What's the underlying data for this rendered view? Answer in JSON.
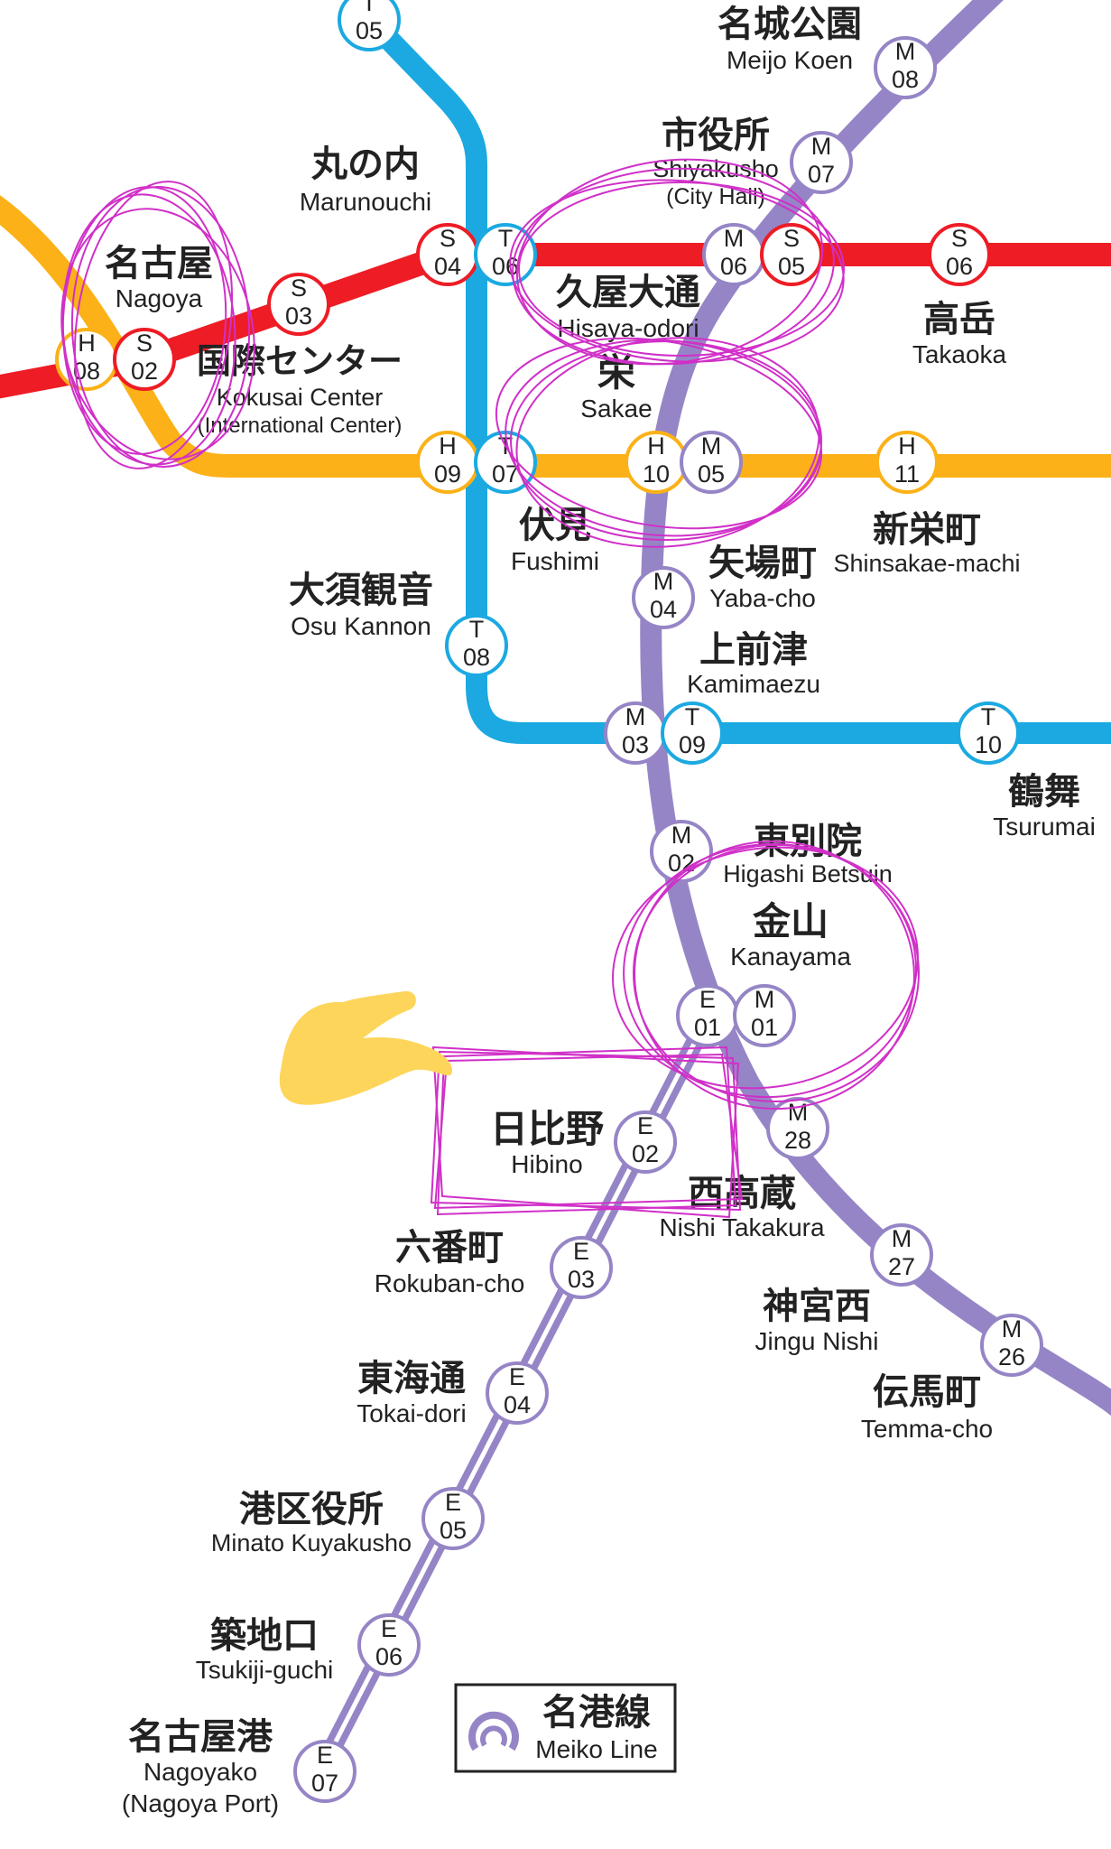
{
  "lines": {
    "sakuradori": {
      "color": "#ee1c25"
    },
    "higashiyama": {
      "color": "#fbb117"
    },
    "tsurumai": {
      "color": "#1ca9e1"
    },
    "meijo": {
      "color": "#9685c6"
    },
    "meiko": {
      "color": "#9685c6"
    }
  },
  "stations": [
    {
      "id": "maruno",
      "ja": "丸の内",
      "en": "Marunouchi"
    },
    {
      "id": "nagoya",
      "ja": "名古屋",
      "en": "Nagoya"
    },
    {
      "id": "kokusai",
      "ja": "国際センター",
      "en": "Kokusai Center",
      "en2": "(International Center)"
    },
    {
      "id": "meijo",
      "ja": "名城公園",
      "en": "Meijo Koen"
    },
    {
      "id": "shiyakusho",
      "ja": "市役所",
      "en": "Shiyakusho",
      "en2": "(City Hall)"
    },
    {
      "id": "hisaya",
      "ja": "久屋大通",
      "en": "Hisaya-odori"
    },
    {
      "id": "takaoka",
      "ja": "高岳",
      "en": "Takaoka"
    },
    {
      "id": "sakae",
      "ja": "栄",
      "en": "Sakae"
    },
    {
      "id": "fushimi",
      "ja": "伏見",
      "en": "Fushimi"
    },
    {
      "id": "shinsakae",
      "ja": "新栄町",
      "en": "Shinsakae-machi"
    },
    {
      "id": "yaba",
      "ja": "矢場町",
      "en": "Yaba-cho"
    },
    {
      "id": "osu",
      "ja": "大須観音",
      "en": "Osu Kannon"
    },
    {
      "id": "kamimaezu",
      "ja": "上前津",
      "en": "Kamimaezu"
    },
    {
      "id": "tsurumai",
      "ja": "鶴舞",
      "en": "Tsurumai"
    },
    {
      "id": "higashibetsuin",
      "ja": "東別院",
      "en": "Higashi Betsuin"
    },
    {
      "id": "kanayama",
      "ja": "金山",
      "en": "Kanayama"
    },
    {
      "id": "hibino",
      "ja": "日比野",
      "en": "Hibino"
    },
    {
      "id": "nishitakakura",
      "ja": "西高蔵",
      "en": "Nishi Takakura"
    },
    {
      "id": "rokuban",
      "ja": "六番町",
      "en": "Rokuban-cho"
    },
    {
      "id": "jingu",
      "ja": "神宮西",
      "en": "Jingu Nishi"
    },
    {
      "id": "tokai",
      "ja": "東海通",
      "en": "Tokai-dori"
    },
    {
      "id": "temma",
      "ja": "伝馬町",
      "en": "Temma-cho"
    },
    {
      "id": "minato",
      "ja": "港区役所",
      "en": "Minato Kuyakusho"
    },
    {
      "id": "tsukiji",
      "ja": "築地口",
      "en": "Tsukiji-guchi"
    },
    {
      "id": "nagoyako",
      "ja": "名古屋港",
      "en": "Nagoyako",
      "en2": "(Nagoya Port)"
    }
  ],
  "station_codes": [
    {
      "l": "T",
      "n": "05",
      "color": "#1ca9e1"
    },
    {
      "l": "M",
      "n": "08",
      "color": "#9685c6"
    },
    {
      "l": "M",
      "n": "07",
      "color": "#9685c6"
    },
    {
      "l": "S",
      "n": "04",
      "color": "#ee1c25"
    },
    {
      "l": "T",
      "n": "06",
      "color": "#1ca9e1"
    },
    {
      "l": "M",
      "n": "06",
      "color": "#9685c6"
    },
    {
      "l": "S",
      "n": "05",
      "color": "#ee1c25"
    },
    {
      "l": "S",
      "n": "06",
      "color": "#ee1c25"
    },
    {
      "l": "S",
      "n": "03",
      "color": "#ee1c25"
    },
    {
      "l": "H",
      "n": "08",
      "color": "#fbb117"
    },
    {
      "l": "S",
      "n": "02",
      "color": "#ee1c25"
    },
    {
      "l": "H",
      "n": "09",
      "color": "#fbb117"
    },
    {
      "l": "T",
      "n": "07",
      "color": "#1ca9e1"
    },
    {
      "l": "H",
      "n": "10",
      "color": "#fbb117"
    },
    {
      "l": "M",
      "n": "05",
      "color": "#9685c6"
    },
    {
      "l": "H",
      "n": "11",
      "color": "#fbb117"
    },
    {
      "l": "M",
      "n": "04",
      "color": "#9685c6"
    },
    {
      "l": "T",
      "n": "08",
      "color": "#1ca9e1"
    },
    {
      "l": "M",
      "n": "03",
      "color": "#9685c6"
    },
    {
      "l": "T",
      "n": "09",
      "color": "#1ca9e1"
    },
    {
      "l": "T",
      "n": "10",
      "color": "#1ca9e1"
    },
    {
      "l": "M",
      "n": "02",
      "color": "#9685c6"
    },
    {
      "l": "E",
      "n": "01",
      "color": "#9685c6"
    },
    {
      "l": "M",
      "n": "01",
      "color": "#9685c6"
    },
    {
      "l": "E",
      "n": "02",
      "color": "#9685c6"
    },
    {
      "l": "M",
      "n": "28",
      "color": "#9685c6"
    },
    {
      "l": "E",
      "n": "03",
      "color": "#9685c6"
    },
    {
      "l": "M",
      "n": "27",
      "color": "#9685c6"
    },
    {
      "l": "E",
      "n": "04",
      "color": "#9685c6"
    },
    {
      "l": "M",
      "n": "26",
      "color": "#9685c6"
    },
    {
      "l": "E",
      "n": "05",
      "color": "#9685c6"
    },
    {
      "l": "E",
      "n": "06",
      "color": "#9685c6"
    },
    {
      "l": "E",
      "n": "07",
      "color": "#9685c6"
    }
  ],
  "legend": {
    "ja": "名港線",
    "en": "Meiko Line"
  },
  "annotations": {
    "circle_color": "#d030c8",
    "pointer_color": "#fdd55a"
  }
}
